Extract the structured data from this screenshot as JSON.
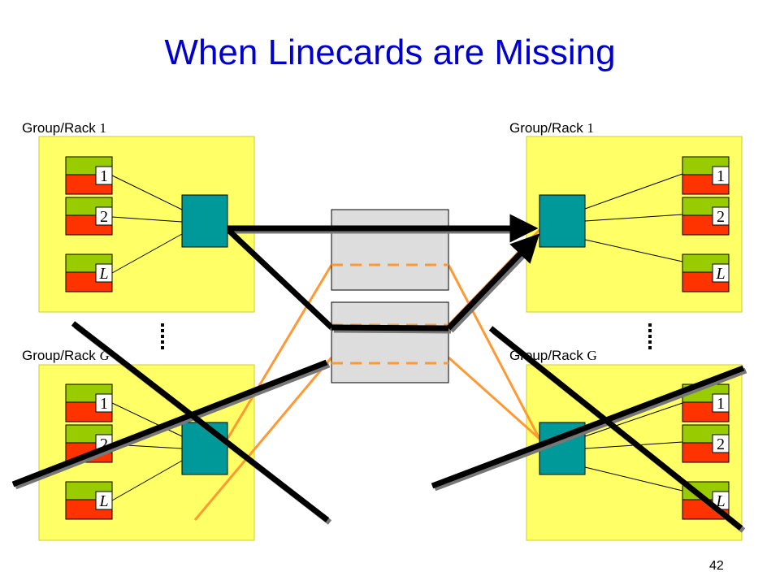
{
  "title": "When Linecards are Missing",
  "page_number": "42",
  "racks": [
    {
      "id": "top-left",
      "label_prefix": "Group/Rack ",
      "label_num": "1",
      "italic": false,
      "cards": [
        "1",
        "2",
        "L"
      ]
    },
    {
      "id": "bottom-left",
      "label_prefix": "Group/Rack ",
      "label_num": "G",
      "italic": true,
      "cards": [
        "1",
        "2",
        "L"
      ]
    },
    {
      "id": "top-right",
      "label_prefix": "Group/Rack ",
      "label_num": "1",
      "italic": false,
      "cards": [
        "1",
        "2",
        "L"
      ]
    },
    {
      "id": "bottom-right",
      "label_prefix": "Group/Rack ",
      "label_num": "G",
      "italic": false,
      "cards": [
        "1",
        "2",
        "L"
      ]
    }
  ],
  "colors": {
    "title": "#0000cc",
    "rack_fill": "#ffff66",
    "card_top": "#99cc00",
    "card_bottom": "#ff3300",
    "switch": "#009999",
    "mesh_fill": "#dddddd",
    "orange": "#ff9933",
    "path": "#000000"
  }
}
